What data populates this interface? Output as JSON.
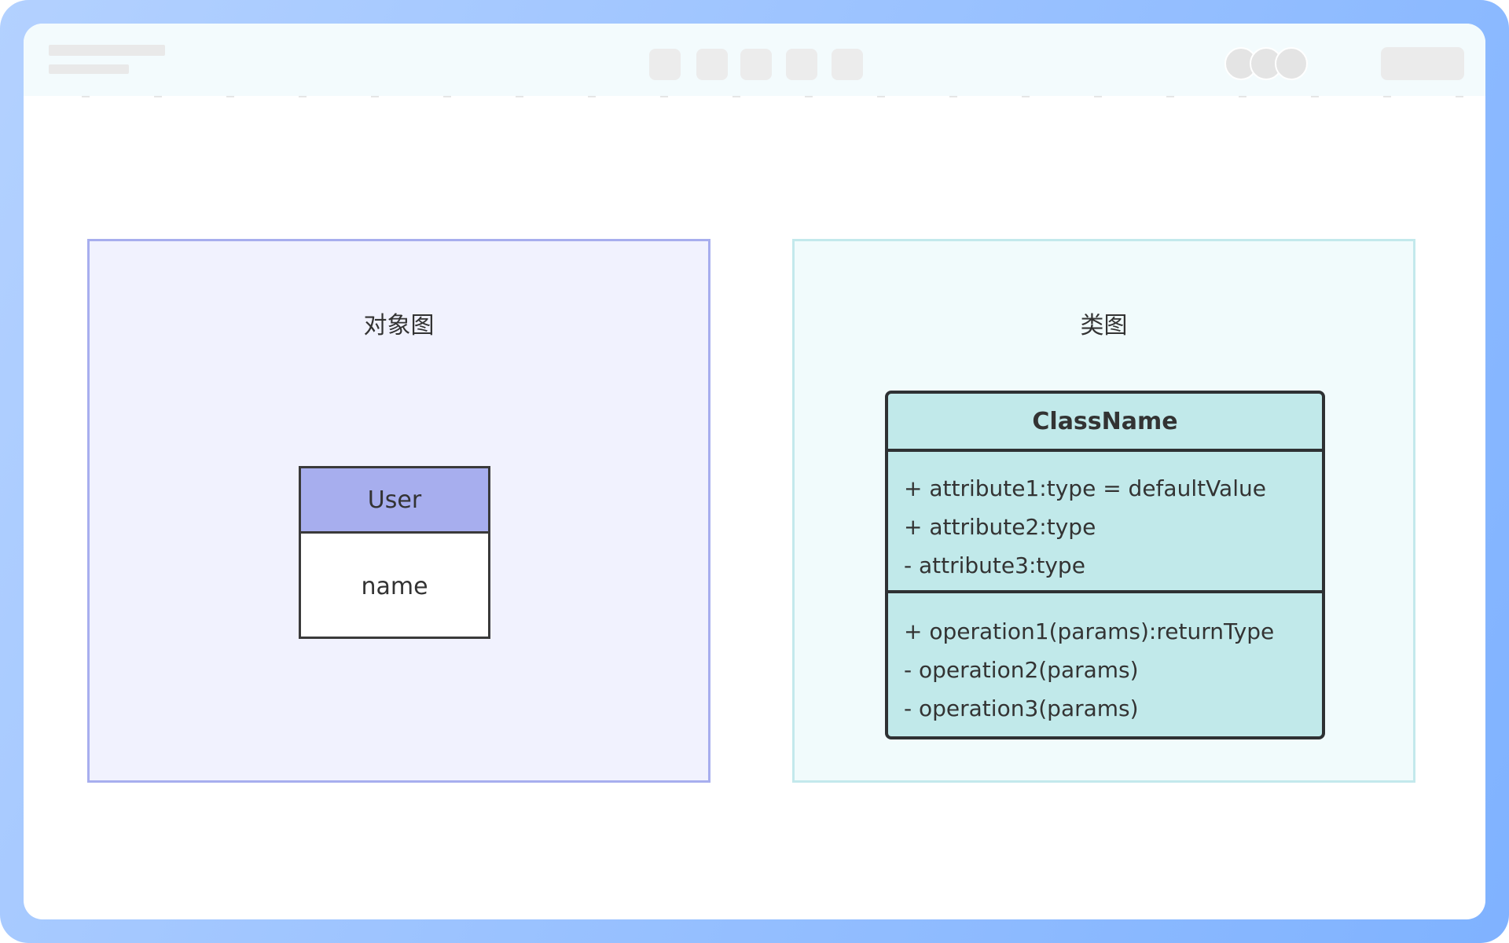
{
  "diagram": {
    "object_panel": {
      "title": "对象图",
      "object": {
        "name": "User",
        "attribute": "name"
      }
    },
    "class_panel": {
      "title": "类图",
      "class": {
        "name": "ClassName",
        "attributes": [
          "+ attribute1:type = defaultValue",
          "+ attribute2:type",
          "- attribute3:type"
        ],
        "operations": [
          "+ operation1(params):returnType",
          "- operation2(params)",
          "- operation3(params)"
        ]
      }
    }
  },
  "colors": {
    "frame_gradient": [
      "#b3d1ff",
      "#7fb2ff"
    ],
    "object_panel_bg": "#f1f2fe",
    "object_panel_border": "#a7aeee",
    "object_header": "#a7aeee",
    "class_panel_bg": "#f1fbfc",
    "class_panel_border": "#c3e9ec",
    "class_box": "#c1e9ea"
  }
}
